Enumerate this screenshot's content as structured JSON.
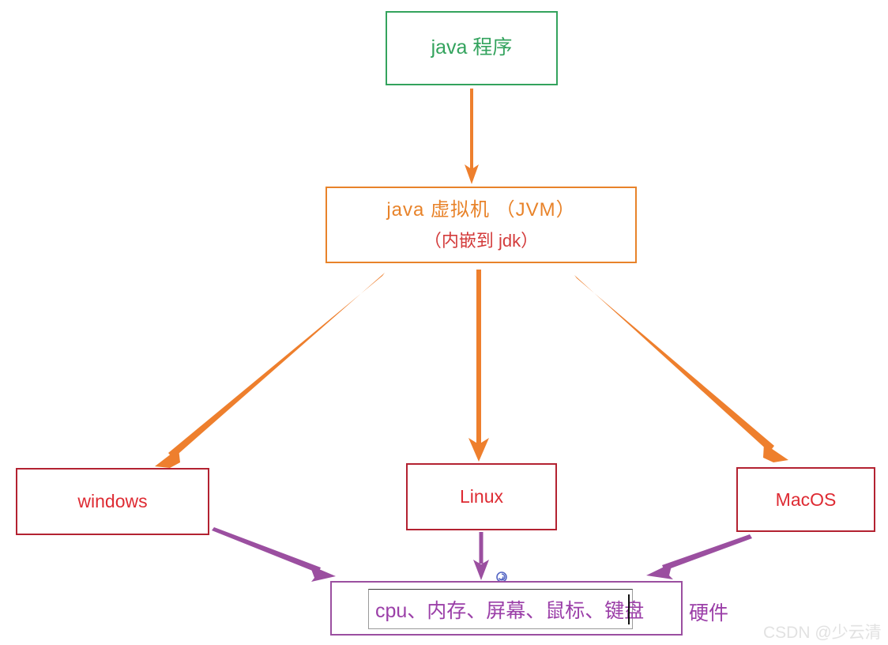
{
  "diagram": {
    "title": "java program running on JVM across operating systems and hardware",
    "nodes": {
      "java_program": {
        "label": "java 程序",
        "color": "#33a35d"
      },
      "jvm": {
        "line1": "java 虚拟机 （JVM）",
        "line2": "（内嵌到 jdk）",
        "border_color": "#e8832a",
        "line1_color": "#e8832a",
        "line2_color": "#d33b3b"
      },
      "windows": {
        "label": "windows",
        "color": "#de2b33"
      },
      "linux": {
        "label": "Linux",
        "color": "#de2b33"
      },
      "macos": {
        "label": "MacOS",
        "color": "#de2b33"
      },
      "hardware": {
        "input_value": "cpu、内存、屏幕、鼠标、键盘",
        "outside_label": "硬件",
        "border_color": "#9b4fa0",
        "text_color": "#9b3fa8"
      }
    },
    "icons": {
      "swirl": "swirl-icon"
    },
    "arrows": [
      {
        "name": "java-program-to-jvm",
        "color": "#ee7f2d",
        "direction": "down"
      },
      {
        "name": "jvm-to-windows",
        "color": "#ee7f2d",
        "direction": "down-left"
      },
      {
        "name": "jvm-to-linux",
        "color": "#ee7f2d",
        "direction": "down"
      },
      {
        "name": "jvm-to-macos",
        "color": "#ee7f2d",
        "direction": "down-right"
      },
      {
        "name": "windows-to-hardware",
        "color": "#9b4fa0",
        "direction": "down-right"
      },
      {
        "name": "linux-to-hardware",
        "color": "#9b4fa0",
        "direction": "down"
      },
      {
        "name": "macos-to-hardware",
        "color": "#9b4fa0",
        "direction": "down-left"
      }
    ]
  },
  "watermark": {
    "text": "CSDN @少云清",
    "color": "#e2e2e2"
  }
}
